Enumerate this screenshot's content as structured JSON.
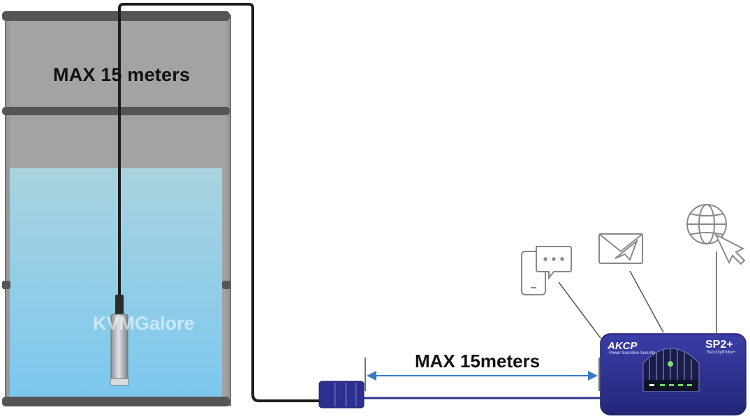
{
  "tank": {
    "label": "MAX 15 meters"
  },
  "distance": {
    "label": "MAX 15meters"
  },
  "watermark": {
    "text": "KVMGalore"
  },
  "device": {
    "brand": "AKCP",
    "brand_tagline": "Power Sensitive Security",
    "model": "SP2+",
    "model_subtitle": "SecurityProbe+"
  },
  "colors": {
    "tank_gray": "#999999",
    "tank_band": "#555555",
    "water": "#8ccfe6",
    "device_blue": "#2b2f8f",
    "arrow_blue": "#3b78c4",
    "icon_gray": "#888888"
  },
  "icons": [
    "mobile-chat-icon",
    "email-icon",
    "globe-cursor-icon"
  ]
}
